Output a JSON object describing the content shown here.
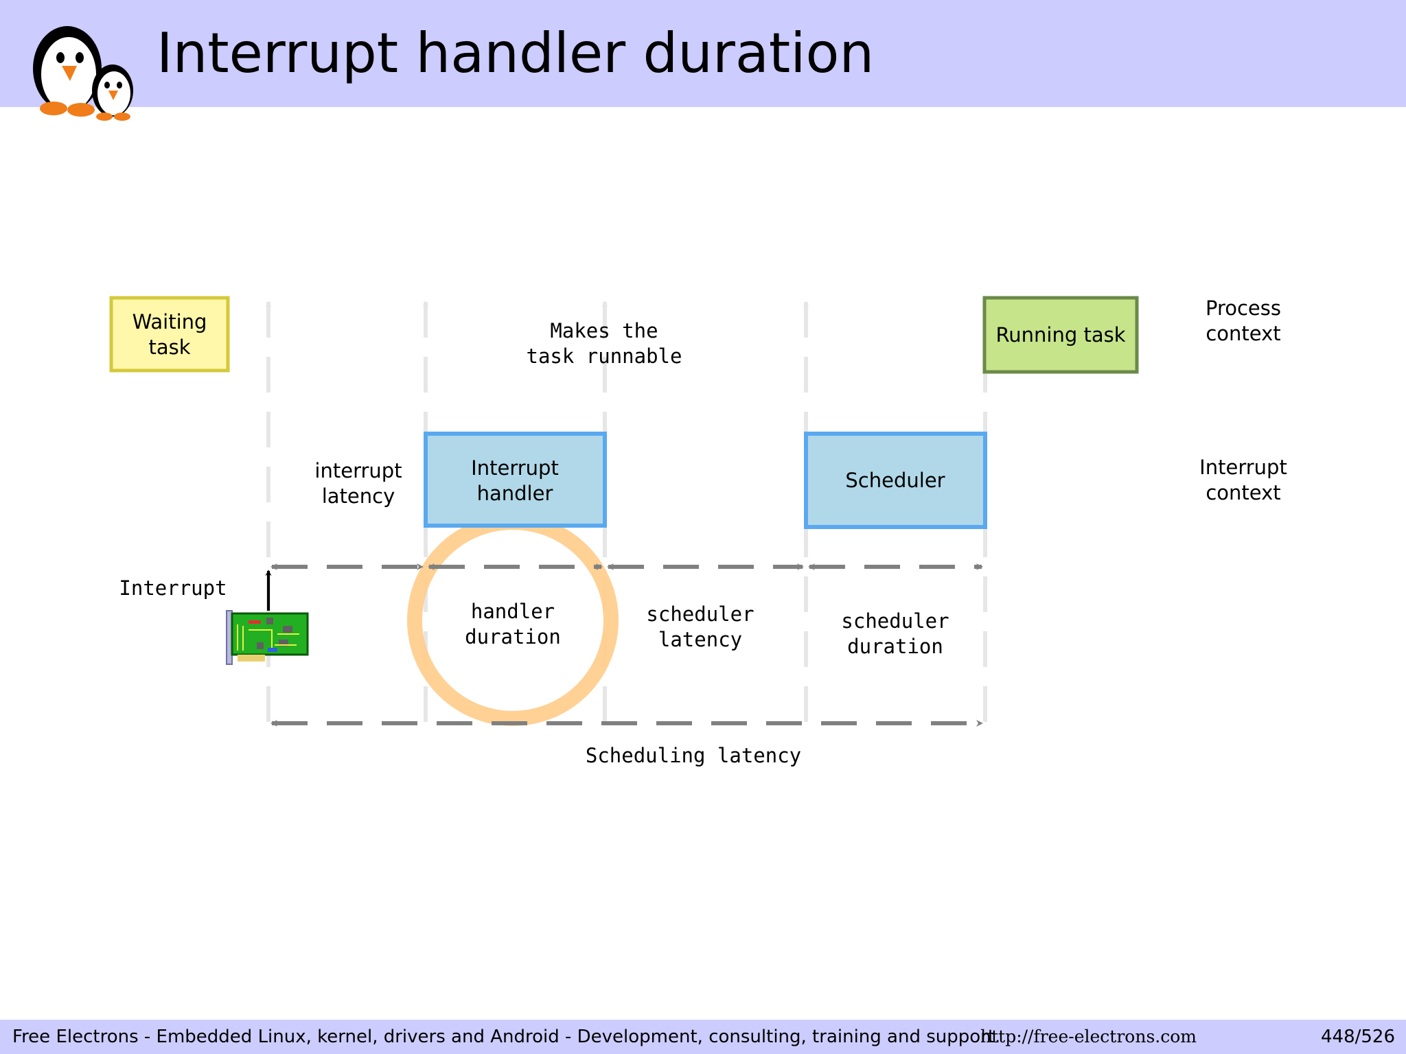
{
  "header": {
    "title": "Interrupt handler duration"
  },
  "diagram": {
    "boxes": {
      "waiting_task": [
        "Waiting",
        "task"
      ],
      "running_task": [
        "Running task"
      ],
      "interrupt_handler": [
        "Interrupt",
        "handler"
      ],
      "scheduler": [
        "Scheduler"
      ]
    },
    "labels": {
      "makes_runnable": [
        "Makes the",
        "task runnable"
      ],
      "process_context": [
        "Process",
        "context"
      ],
      "interrupt_context": [
        "Interrupt",
        "context"
      ],
      "interrupt_latency": [
        "interrupt",
        "latency"
      ],
      "interrupt": "Interrupt",
      "handler_duration": [
        "handler",
        "duration"
      ],
      "scheduler_latency": [
        "scheduler",
        "latency"
      ],
      "scheduler_duration": [
        "scheduler",
        "duration"
      ],
      "scheduling_latency": "Scheduling latency"
    },
    "colors": {
      "waiting_fill": "#fff7aa",
      "waiting_stroke": "#d4c93c",
      "running_fill": "#c6e48a",
      "running_stroke": "#6a8a4a",
      "context_fill": "#b0d8e8",
      "context_stroke": "#5aa8f0",
      "highlight_ring": "#ffcc88",
      "dash_guide": "#e6e6e6",
      "arrow": "#808080"
    },
    "icons": [
      "penguin-logo-icon",
      "network-card-icon"
    ]
  },
  "footer": {
    "text": "Free Electrons - Embedded Linux, kernel, drivers and Android - Development, consulting, training and support.",
    "url": "http://free-electrons.com",
    "page": "448/526"
  }
}
